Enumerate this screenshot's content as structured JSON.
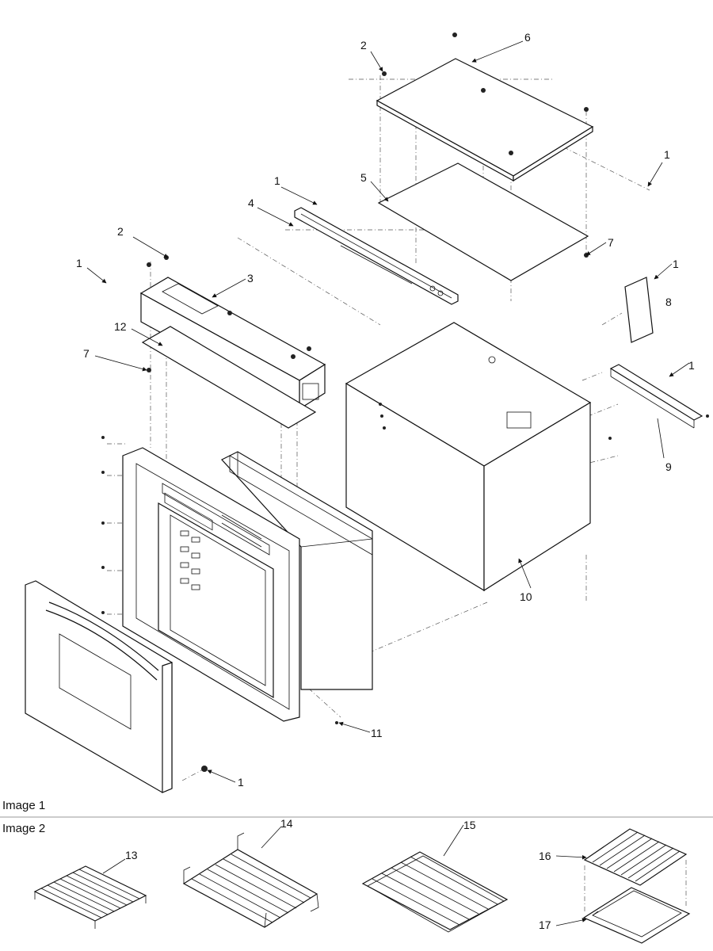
{
  "image1_caption": "Image 1",
  "image2_caption": "Image 2",
  "callouts": {
    "c1a": "1",
    "c1b": "1",
    "c1c": "1",
    "c1d": "1",
    "c1e": "1",
    "c1f": "1",
    "c2a": "2",
    "c2b": "2",
    "c3": "3",
    "c4": "4",
    "c5": "5",
    "c6": "6",
    "c7a": "7",
    "c7b": "7",
    "c8": "8",
    "c9": "9",
    "c10": "10",
    "c11": "11",
    "c12": "12",
    "c13": "13",
    "c14": "14",
    "c15": "15",
    "c16": "16",
    "c17": "17"
  },
  "icons": {
    "arrow": "arrow-icon",
    "screw": "screw-icon"
  }
}
